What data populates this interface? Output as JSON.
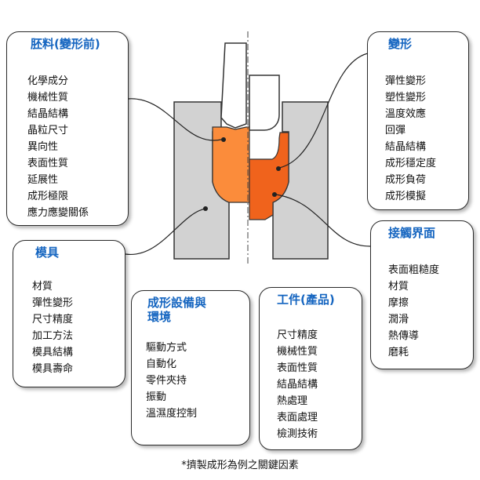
{
  "boxes": {
    "billet": {
      "title": "胚料(變形前)",
      "items": [
        "化學成分",
        "機械性質",
        "結晶結構",
        "晶粒尺寸",
        "異向性",
        "表面性質",
        "延展性",
        "成形極限",
        "應力應變關係"
      ]
    },
    "deformation": {
      "title": "變形",
      "items": [
        "彈性變形",
        "塑性變形",
        "溫度效應",
        "回彈",
        "結晶結構",
        "成形穩定度",
        "成形負荷",
        "成形模擬"
      ]
    },
    "contact": {
      "title": "接觸界面",
      "items": [
        "表面粗糙度",
        "材質",
        "摩擦",
        "潤滑",
        "熱傳導",
        "磨耗"
      ]
    },
    "die": {
      "title": "模具",
      "items": [
        "材質",
        "彈性變形",
        "尺寸精度",
        "加工方法",
        "模具結構",
        "模具壽命"
      ]
    },
    "equipment": {
      "title_line1": "成形設備與",
      "title_line2": "環境",
      "items": [
        "驅動方式",
        "自動化",
        "零件夾持",
        "振動",
        "溫濕度控制"
      ]
    },
    "workpiece": {
      "title": "工件(產品)",
      "items": [
        "尺寸精度",
        "機械性質",
        "表面性質",
        "結晶結構",
        "熱處理",
        "表面處理",
        "檢測技術"
      ]
    }
  },
  "footnote": "*擠製成形為例之關鍵因素",
  "colors": {
    "die": "#d2d2d2",
    "billet": "#fb8c3b",
    "deformed": "#f0631c",
    "title": "#1565c0"
  }
}
